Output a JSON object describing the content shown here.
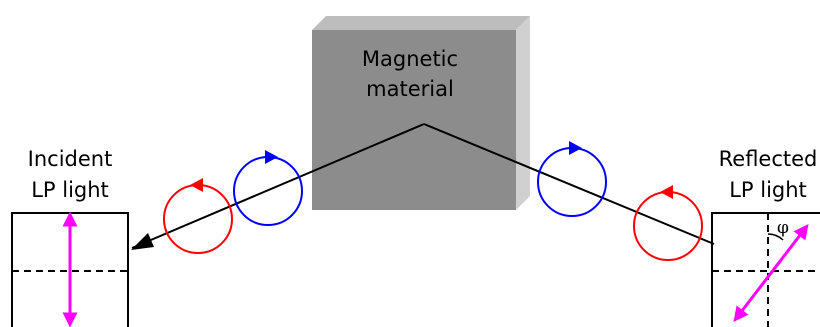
{
  "labels": {
    "incident_line1": "Incident",
    "incident_line2": "LP light",
    "material_line1": "Magnetic",
    "material_line2": "material",
    "reflected_line1": "Reflected",
    "reflected_line2": "LP light",
    "angle_symbol": "φ"
  },
  "colors": {
    "polarization_arrow": "#ff00ff",
    "circular_red": "#ff0000",
    "circular_blue": "#0000ff",
    "cube_front": "#8c8c8c",
    "cube_top": "#bdbdbd",
    "cube_side": "#d0d0d0"
  }
}
